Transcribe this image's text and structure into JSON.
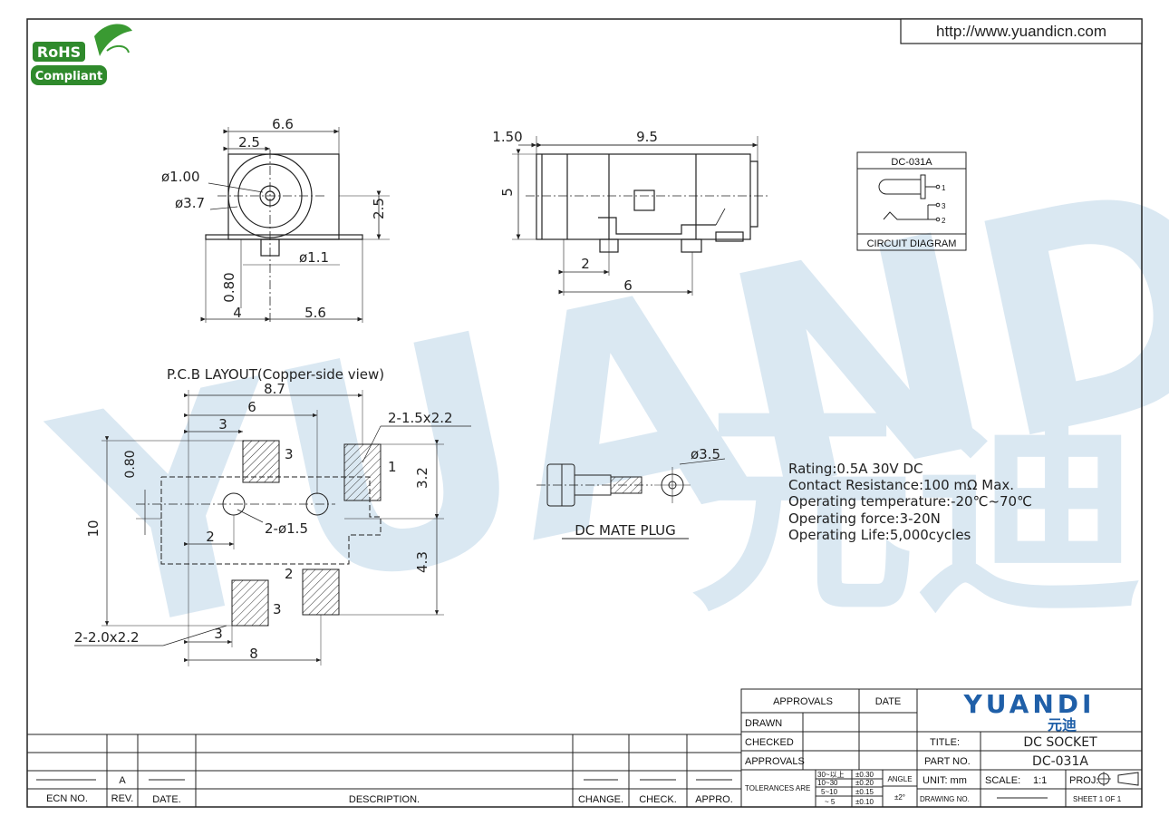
{
  "header": {
    "url": "http://www.yuandicn.com",
    "rohs_top": "RoHS",
    "rohs_bottom": "Compliant"
  },
  "watermark": {
    "latin": "YUANDI",
    "cjk": "元迪"
  },
  "front_view": {
    "width": "6.6",
    "offset": "2.5",
    "pin_dia": "ø1.00",
    "bore_dia": "ø3.7",
    "center_height": "2.5",
    "post_dia": "ø1.1",
    "post_len": "0.80",
    "left_span": "4",
    "right_span": "5.6"
  },
  "side_view": {
    "front": "1.50",
    "length": "9.5",
    "height": "5",
    "pin_offset": "2",
    "pin_span": "6"
  },
  "circuit": {
    "title": "DC-031A",
    "caption": "CIRCUIT DIAGRAM",
    "pins": [
      "1",
      "3",
      "2"
    ]
  },
  "pcb": {
    "title": "P.C.B LAYOUT(Copper-side view)",
    "overall_width": "8.7",
    "span_6": "6",
    "span_3_top": "3",
    "off_080": "0.80",
    "pad_top_label": "2-1.5x2.2",
    "pad_height": "3.2",
    "total_height": "10",
    "holes": "2-ø1.5",
    "hole_off": "2",
    "lower_height": "4.3",
    "pad_bottom_label": "2-2.0x2.2",
    "span_3_bottom": "3",
    "span_8": "8",
    "pad_numbers": [
      "3",
      "1",
      "2",
      "3"
    ]
  },
  "plug": {
    "dia": "ø3.5",
    "label": "DC MATE PLUG"
  },
  "specs": [
    "Rating:0.5A 30V DC",
    "Contact Resistance:100 mΩ Max.",
    "Operating temperature:-20℃~70℃",
    "Operating force:3-20N",
    "Operating Life:5,000cycles"
  ],
  "title_block": {
    "approvals": "APPROVALS",
    "date": "DATE",
    "drawn": "DRAWN",
    "checked": "CHECKED",
    "approvals_row": "APPROVALS",
    "tolerances": "TOLERANCES ARE",
    "tol_ranges": [
      "30~以上",
      "10~30",
      "5~10",
      "~ 5"
    ],
    "tol_values": [
      "±0.30",
      "±0.20",
      "±0.15",
      "±0.10"
    ],
    "angle": "ANGLE",
    "angle_value": "±2°",
    "brand": "YUANDI",
    "brand_cn": "元迪",
    "title_label": "TITLE:",
    "title_value": "DC SOCKET",
    "part_label": "PART NO.",
    "part_value": "DC-031A",
    "unit": "UNIT: mm",
    "scale_label": "SCALE:",
    "scale_value": "1:1",
    "proj": "PROJ.",
    "drawing_no": "DRAWING NO.",
    "sheet": "SHEET 1 OF 1"
  },
  "revision": {
    "headers": [
      "ECN NO.",
      "REV.",
      "DATE.",
      "DESCRIPTION.",
      "CHANGE.",
      "CHECK.",
      "APPRO."
    ],
    "rev_value": "A"
  }
}
